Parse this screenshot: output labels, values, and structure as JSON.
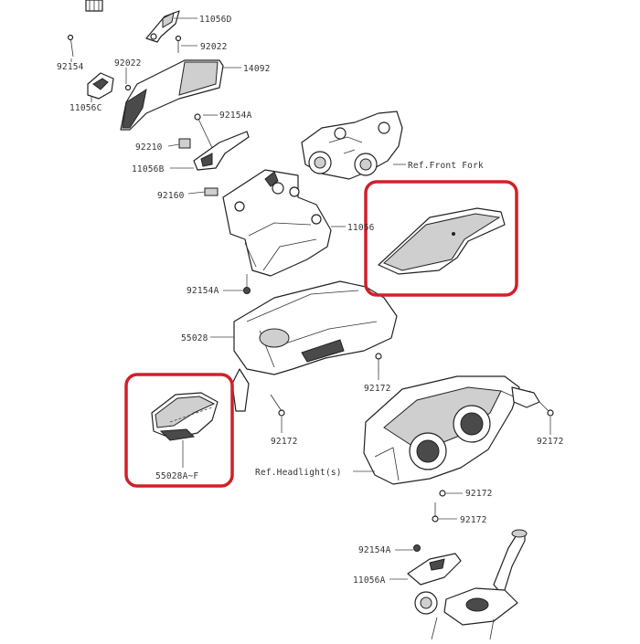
{
  "labels": {
    "p11056D": "11056D",
    "p92022a": "92022",
    "p92154a": "92154",
    "p92022b": "92022",
    "p14092": "14092",
    "p11056C": "11056C",
    "p92154A_a": "92154A",
    "p92210": "92210",
    "p11056B": "11056B",
    "p92160": "92160",
    "refFrontFork": "Ref.Front Fork",
    "p11056": "11056",
    "p92154A_b": "92154A",
    "p55028": "55028",
    "p92172a": "92172",
    "p92172b": "92172",
    "p92172c": "92172",
    "p55028AF": "55028A~F",
    "refHeadlight": "Ref.Headlight(s)",
    "p92172d": "92172",
    "p92172e": "92172",
    "p92154A_c": "92154A",
    "p11056A": "11056A"
  },
  "highlight_color": "#d0202a"
}
